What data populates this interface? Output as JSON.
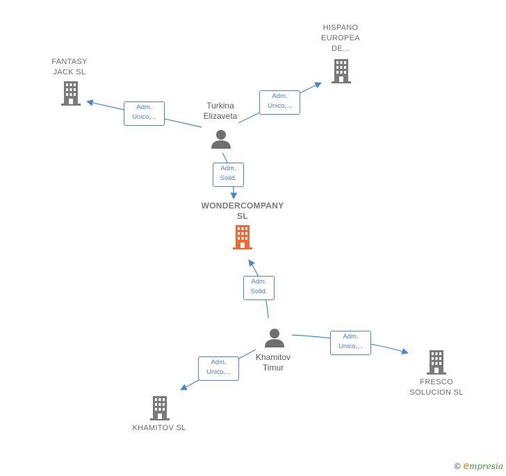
{
  "nodes": {
    "wondercompany": {
      "label": "WONDERCOMPANY\nSL",
      "kind": "company-focus"
    },
    "fantasy_jack": {
      "label": "FANTASY\nJACK SL",
      "kind": "company"
    },
    "hispano_europea": {
      "label": "HISPANO\nEUROPEA\nDE...",
      "kind": "company"
    },
    "khamitov_sl": {
      "label": "KHAMITOV SL",
      "kind": "company"
    },
    "fresco_solucion": {
      "label": "FRESCO\nSOLUCION SL",
      "kind": "company"
    },
    "turkina": {
      "label": "Turkina\nElizaveta",
      "kind": "person"
    },
    "khamitov_timur": {
      "label": "Khamitov\nTimur",
      "kind": "person"
    }
  },
  "edges": {
    "turkina_fantasy": {
      "label": "Adm.\nUnico,..."
    },
    "turkina_hispano": {
      "label": "Adm.\nUnico,..."
    },
    "turkina_wonder": {
      "label": "Adm.\nSolid."
    },
    "timur_wonder": {
      "label": "Adm.\nSolid."
    },
    "timur_fresco": {
      "label": "Adm.\nUnico,..."
    },
    "timur_khamitov": {
      "label": "Adm.\nUnico,..."
    }
  },
  "colors": {
    "edge": "#4a86c8",
    "company_icon": "#7a7a7a",
    "focus_icon": "#f06a35",
    "person_icon": "#6f6f6f"
  },
  "footer": {
    "copyright": "©",
    "brand_e": "e",
    "brand_rest": "mpresia"
  }
}
